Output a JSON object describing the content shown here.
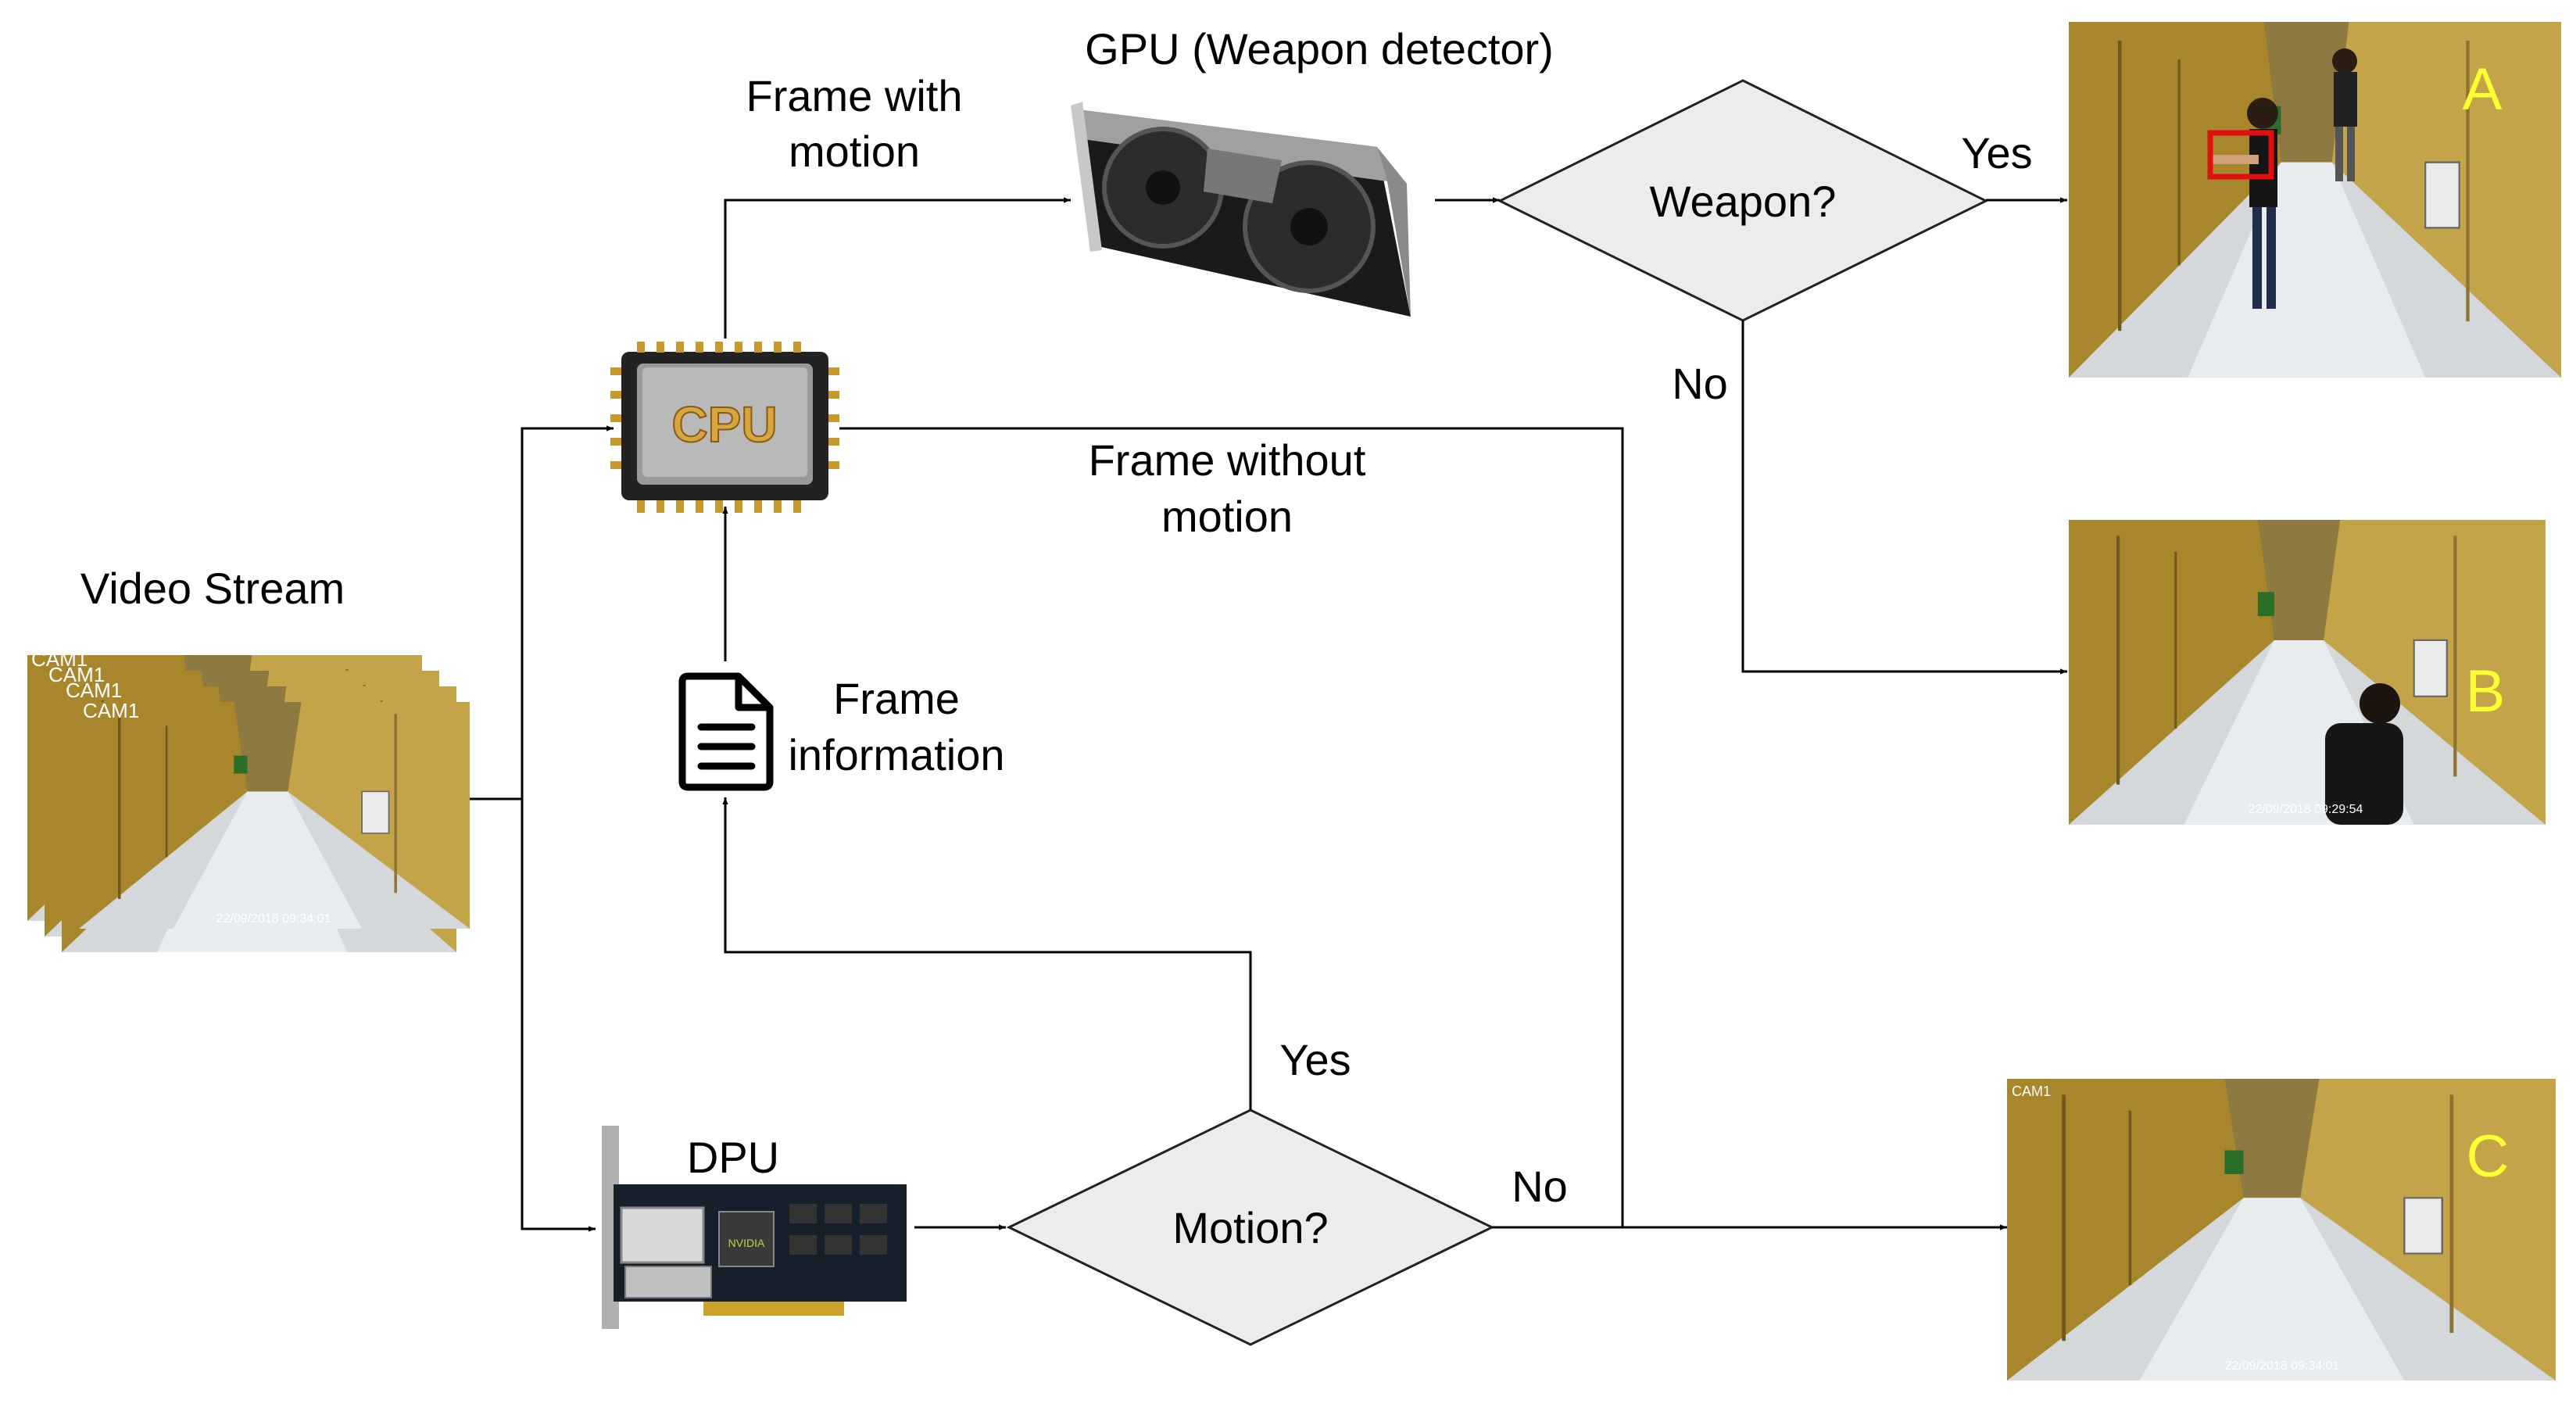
{
  "labels": {
    "video_stream": "Video Stream",
    "frame_with_motion": [
      "Frame with",
      "motion"
    ],
    "gpu_title": "GPU (Weapon detector)",
    "weapon_decision": "Weapon?",
    "yes_weapon": "Yes",
    "no_weapon": "No",
    "frame_without_motion": [
      "Frame without",
      "motion"
    ],
    "frame_information": [
      "Frame",
      "information"
    ],
    "yes_motion": "Yes",
    "dpu_title": "DPU",
    "motion_decision": "Motion?",
    "no_motion": "No"
  },
  "icons": {
    "cpu": {
      "name": "cpu-chip-icon",
      "text": "CPU"
    },
    "gpu": {
      "name": "gpu-card-icon"
    },
    "dpu": {
      "name": "dpu-card-icon",
      "brand": "NVIDIA"
    },
    "frame_info": {
      "name": "document-icon"
    }
  },
  "frames": {
    "stream": {
      "cam_labels": [
        "CAM1",
        "CAM1",
        "CAM1",
        "CAM1"
      ],
      "timestamp": "22/09/2018  09:34:01"
    },
    "A": {
      "letter": "A",
      "detection_box_color": "#e01010"
    },
    "B": {
      "letter": "B",
      "timestamp": "22/09/2018  09:29:54"
    },
    "C": {
      "letter": "C",
      "cam_label": "CAM1",
      "timestamp": "22/09/2018  09:34:01"
    }
  },
  "colors": {
    "decision_fill": "#ececec",
    "decision_stroke": "#222222",
    "letter_color": "#ffff33",
    "wall_color": "#b89a3c",
    "floor_color": "#cfd3d6"
  }
}
